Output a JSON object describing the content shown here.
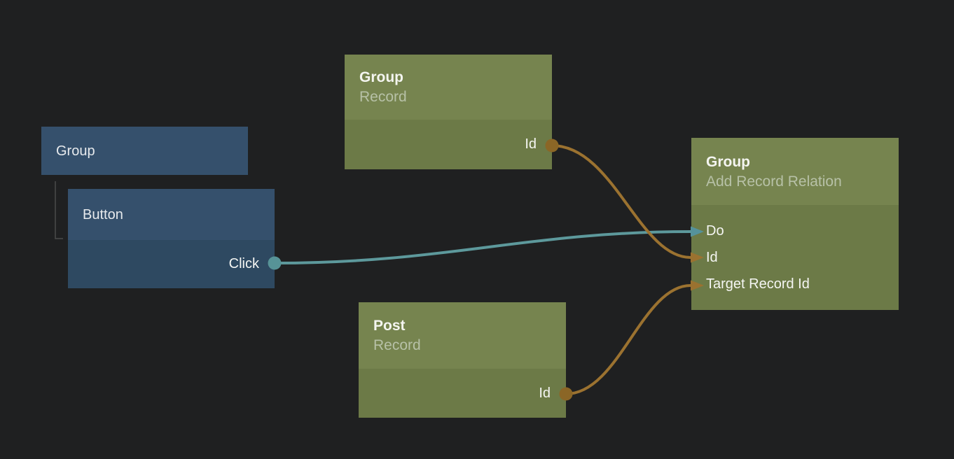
{
  "canvas": {
    "background_color": "#1f2021",
    "type": "node-graph-editor"
  },
  "colors": {
    "node_blue_header": "#35506c",
    "node_blue_body": "#2e4961",
    "node_green_header": "#76844f",
    "node_green_body": "#6c7a47",
    "edge_signal_teal": "#5d999c",
    "edge_data_orange": "#9b7230",
    "port_dot_orange": "#8b6626",
    "port_dot_teal": "#579397",
    "hierarchy_line_gray": "#4a4a4a",
    "subtitle_text": "#b7c1a7",
    "title_text": "#f4f5f0"
  },
  "nodes": {
    "group": {
      "title": "Group"
    },
    "button": {
      "title": "Button",
      "outputs": [
        {
          "label": "Click"
        }
      ]
    },
    "group_record": {
      "title": "Group",
      "subtitle": "Record",
      "outputs": [
        {
          "label": "Id"
        }
      ]
    },
    "post_record": {
      "title": "Post",
      "subtitle": "Record",
      "outputs": [
        {
          "label": "Id"
        }
      ]
    },
    "add_record_relation": {
      "title": "Group",
      "subtitle": "Add Record Relation",
      "inputs": [
        {
          "label": "Do"
        },
        {
          "label": "Id"
        },
        {
          "label": "Target Record Id"
        }
      ]
    }
  },
  "edges": [
    {
      "from": "Button.Click",
      "to": "Group Add Record Relation.Do",
      "color": "#5d999c"
    },
    {
      "from": "Group Record.Id",
      "to": "Group Add Record Relation.Id",
      "color": "#9b7230"
    },
    {
      "from": "Post Record.Id",
      "to": "Group Add Record Relation.Target Record Id",
      "color": "#9b7230"
    }
  ],
  "hierarchy_links": [
    {
      "from": "Group",
      "to": "Button"
    }
  ]
}
